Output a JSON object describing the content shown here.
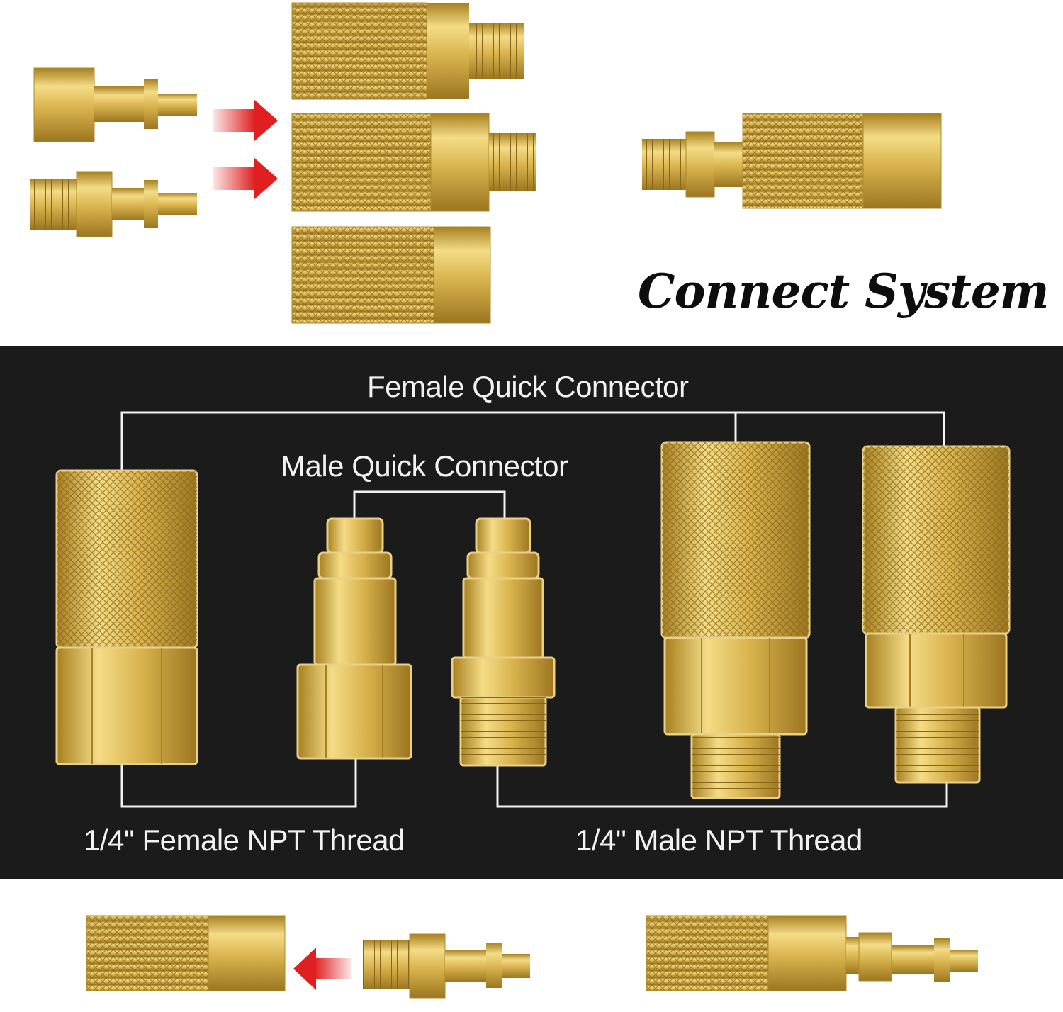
{
  "header": {
    "title": "Connect System"
  },
  "diagram": {
    "female_label": "Female Quick Connector",
    "male_label": "Male Quick Connector",
    "female_thread_label": "1/4\" Female NPT Thread",
    "male_thread_label": "1/4\" Male NPT Thread"
  },
  "colors": {
    "brass": "#d9b552",
    "brass_dark": "#b08a2a",
    "brass_light": "#f3dc8a",
    "panel": "#1b1b1b",
    "arrow": "#e02020"
  }
}
